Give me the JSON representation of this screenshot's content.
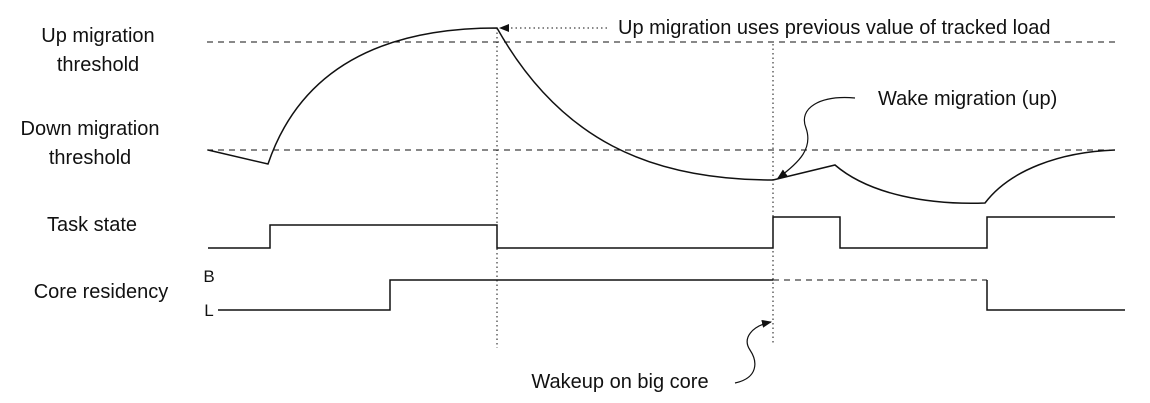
{
  "labels": {
    "up_threshold_line1": "Up migration",
    "up_threshold_line2": "threshold",
    "down_threshold_line1": "Down migration",
    "down_threshold_line2": "threshold",
    "task_state": "Task state",
    "core_residency": "Core residency",
    "core_big": "B",
    "core_little": "L"
  },
  "annotations": {
    "up_migration_note": "Up migration uses previous value of tracked load",
    "wake_migration": "Wake migration (up)",
    "wakeup_big_core": "Wakeup on big core"
  },
  "colors": {
    "line": "#111111",
    "background": "#ffffff"
  }
}
